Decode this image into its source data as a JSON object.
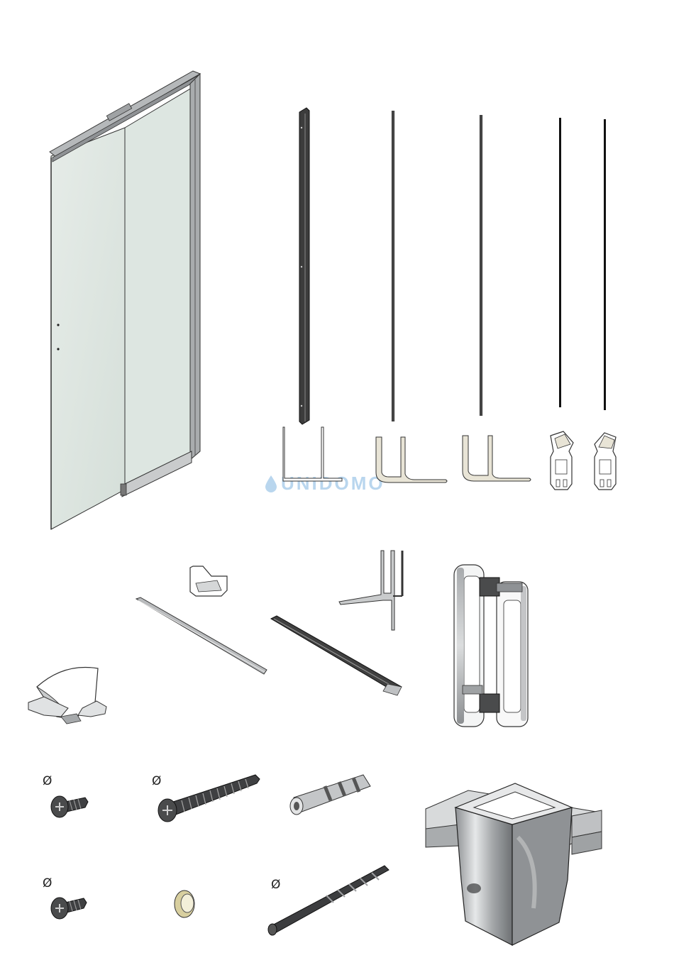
{
  "watermark": {
    "brand": "UNIDOMO",
    "color": "#b9d6ee"
  },
  "diameter_symbol": "Ø",
  "colors": {
    "glass": "#dfe7e2",
    "frame": "#a9acae",
    "dark_metal": "#3c3c3c",
    "seal": "#e8e4d6",
    "chrome": "#c6c8c9",
    "outline": "#1e1e1e"
  },
  "parts": [
    {
      "id": "sliding-door-panel",
      "icon": "door-panel-icon"
    },
    {
      "id": "wall-profile",
      "icon": "wall-profile-icon"
    },
    {
      "id": "bottom-seal-1",
      "icon": "seal-strip-icon"
    },
    {
      "id": "bottom-seal-2",
      "icon": "seal-strip-icon"
    },
    {
      "id": "magnetic-seal-1",
      "icon": "magnet-seal-icon"
    },
    {
      "id": "magnetic-seal-2",
      "icon": "magnet-seal-icon"
    },
    {
      "id": "guide-rail-1",
      "icon": "rail-icon"
    },
    {
      "id": "guide-rail-2",
      "icon": "rail-icon"
    },
    {
      "id": "side-seal",
      "icon": "side-seal-icon"
    },
    {
      "id": "floor-guide",
      "icon": "floor-guide-icon"
    },
    {
      "id": "door-handle",
      "icon": "handle-icon"
    },
    {
      "id": "screw-short",
      "icon": "screw-icon"
    },
    {
      "id": "screw-long",
      "icon": "screw-icon"
    },
    {
      "id": "wall-plug",
      "icon": "dowel-icon"
    },
    {
      "id": "screw-small",
      "icon": "screw-icon"
    },
    {
      "id": "cover-cap",
      "icon": "cap-icon"
    },
    {
      "id": "drill-bit",
      "icon": "drill-icon"
    },
    {
      "id": "corner-connector",
      "icon": "corner-connector-icon"
    }
  ]
}
